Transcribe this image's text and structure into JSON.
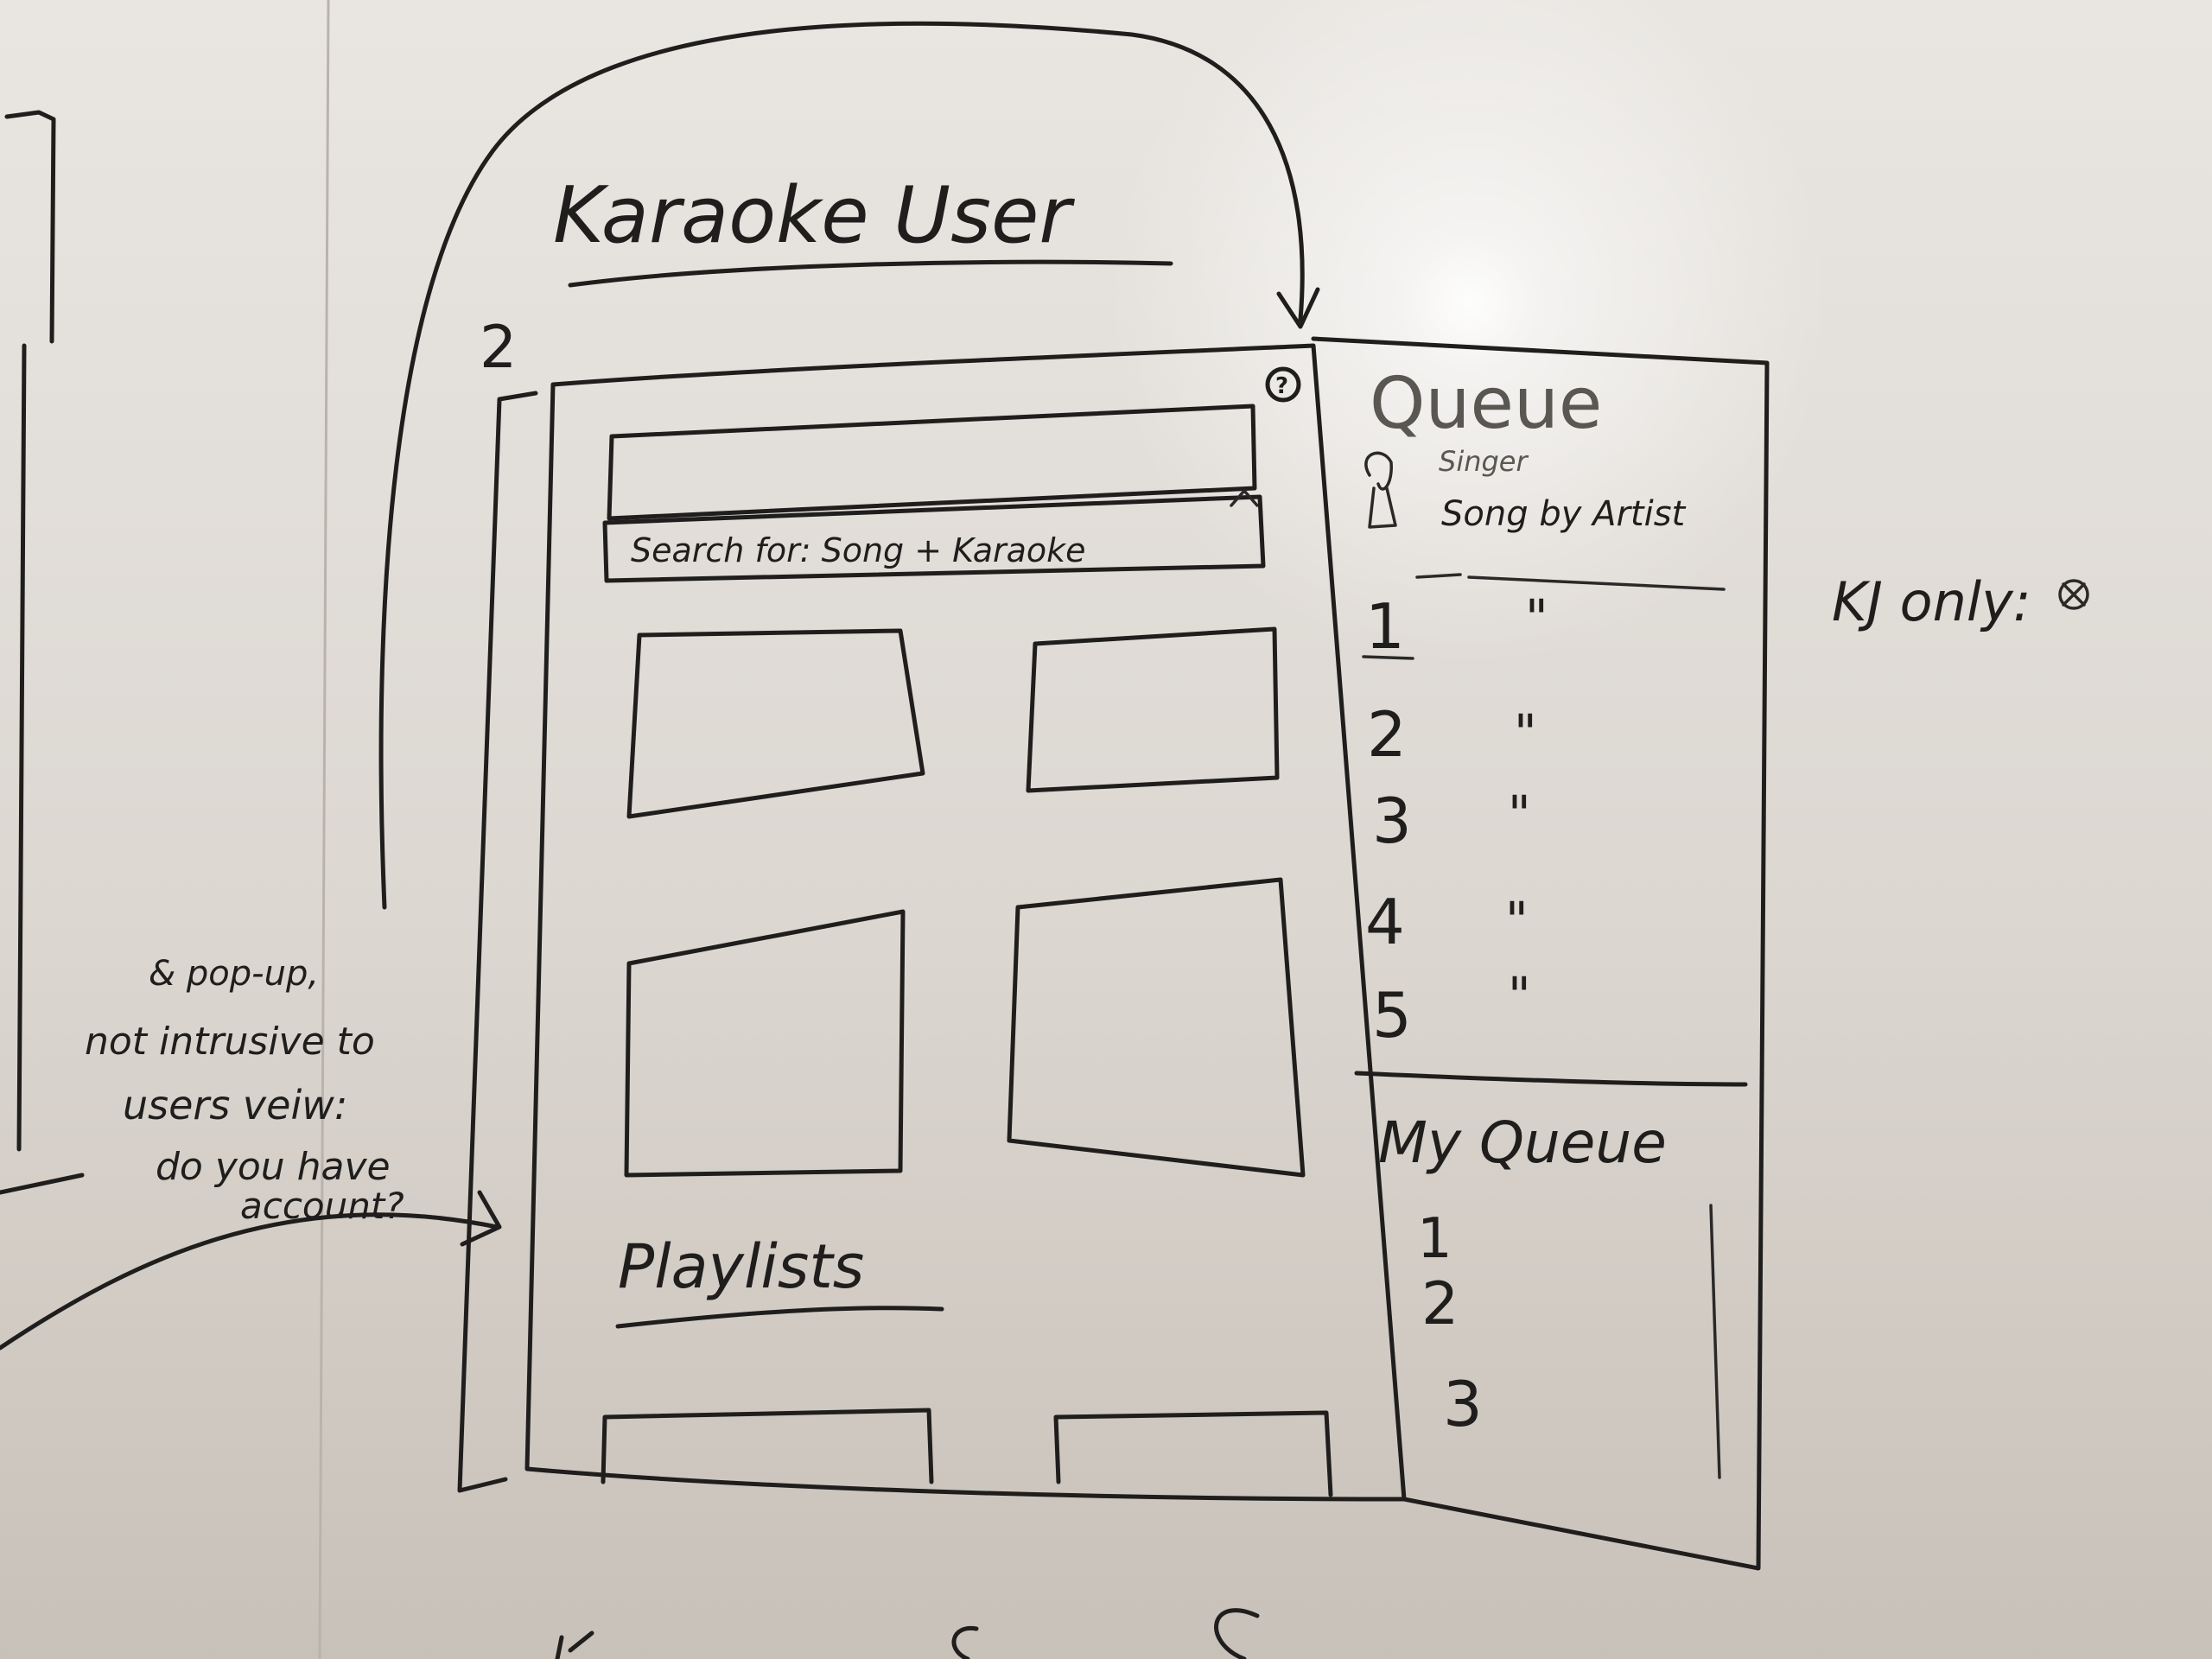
{
  "title": "Karaoke User",
  "page_number": "2",
  "search_label": "Search for: Song + Karaoke",
  "help_icon": "question-circle-icon",
  "playlists_heading": "Playlists",
  "queue": {
    "heading": "Queue",
    "current_singer": "Singer",
    "current_song": "Song by Artist",
    "mic_icon": "microphone-icon",
    "items": [
      {
        "num": "1",
        "ditto": "\""
      },
      {
        "num": "2",
        "ditto": "\""
      },
      {
        "num": "3",
        "ditto": "\""
      },
      {
        "num": "4",
        "ditto": "\""
      },
      {
        "num": "5",
        "ditto": "\""
      }
    ]
  },
  "my_queue": {
    "heading": "My Queue",
    "items": [
      "1",
      "2",
      "3"
    ]
  },
  "side_note": {
    "line1": "& pop-up,",
    "line2": "not intrusive to",
    "line3": "users veiw:",
    "line4": "do you have",
    "line5": "account?"
  },
  "kj_note": "KJ only:",
  "kj_icon": "circled-x-icon",
  "ink_color": "#1f1e1d"
}
